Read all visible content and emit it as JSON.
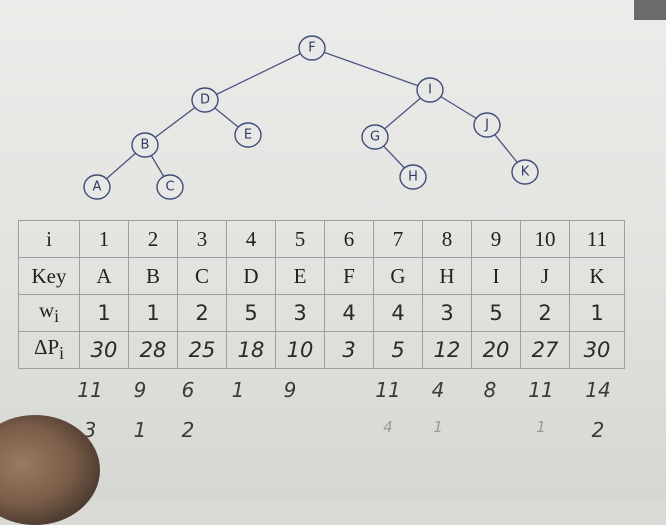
{
  "tree": {
    "nodes": [
      {
        "id": "F",
        "label": "F"
      },
      {
        "id": "D",
        "label": "D"
      },
      {
        "id": "I",
        "label": "I"
      },
      {
        "id": "B",
        "label": "B"
      },
      {
        "id": "E",
        "label": "E"
      },
      {
        "id": "G",
        "label": "G"
      },
      {
        "id": "J",
        "label": "J"
      },
      {
        "id": "A",
        "label": "A"
      },
      {
        "id": "C",
        "label": "C"
      },
      {
        "id": "H",
        "label": "H"
      },
      {
        "id": "K",
        "label": "K"
      }
    ],
    "edges": [
      [
        "F",
        "D"
      ],
      [
        "F",
        "I"
      ],
      [
        "D",
        "B"
      ],
      [
        "D",
        "E"
      ],
      [
        "B",
        "A"
      ],
      [
        "B",
        "C"
      ],
      [
        "I",
        "G"
      ],
      [
        "I",
        "J"
      ],
      [
        "G",
        "H"
      ],
      [
        "J",
        "K"
      ]
    ],
    "colors": {
      "stroke": "#3f4d78",
      "edge": "#4a5680"
    }
  },
  "table": {
    "row_headers": {
      "i": "i",
      "key": "Key",
      "w": "w",
      "w_sub": "i",
      "dp": "ΔP",
      "dp_sub": "i"
    },
    "i": [
      "1",
      "2",
      "3",
      "4",
      "5",
      "6",
      "7",
      "8",
      "9",
      "10",
      "11"
    ],
    "key": [
      "A",
      "B",
      "C",
      "D",
      "E",
      "F",
      "G",
      "H",
      "I",
      "J",
      "K"
    ],
    "w": [
      "1",
      "1",
      "2",
      "5",
      "3",
      "4",
      "4",
      "3",
      "5",
      "2",
      "1"
    ],
    "dp": [
      "30",
      "28",
      "25",
      "18",
      "10",
      "3",
      "5",
      "12",
      "20",
      "27",
      "30"
    ]
  },
  "annotations": {
    "row1": [
      "11",
      "9",
      "6",
      "1",
      "9",
      "",
      "11",
      "4",
      "8",
      "11",
      "14"
    ],
    "row2": [
      "3",
      "1",
      "2",
      "",
      "",
      "",
      "4",
      "1",
      "",
      "1",
      "2"
    ]
  }
}
